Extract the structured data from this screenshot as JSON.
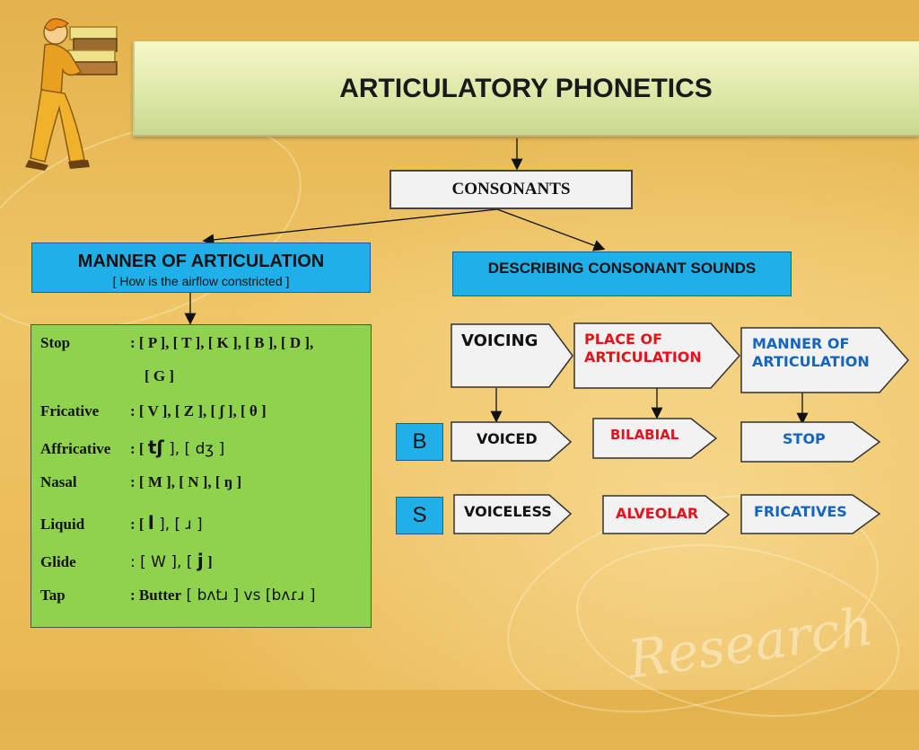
{
  "title": "ARTICULATORY PHONETICS",
  "consonants": "CONSONANTS",
  "manner": {
    "title": "MANNER OF ARTICULATION",
    "subtitle": "[ How is the airflow constricted  ]"
  },
  "describing": "DESCRIBING CONSONANT SOUNDS",
  "manner_list": [
    {
      "label": "Stop",
      "value": ": [ P ], [ T ], [ K ], [ B ], [ D ],",
      "value2": "[ G ]"
    },
    {
      "label": "Fricative",
      "value": ": [ V ], [ Z ], [ ʃ ], [ θ ]"
    },
    {
      "label": "Affricative",
      "value_pre": ": [ ",
      "value_sym": "tʃ",
      "value_post": " ], [ dʒ ]"
    },
    {
      "label": "Nasal",
      "value": ": [ M ], [ N ], [ ŋ ]"
    },
    {
      "label": "Liquid",
      "value_pre": ": [ ",
      "value_sym": "l",
      "value_post": " ], [ ɹ ]"
    },
    {
      "label": "Glide",
      "value_pre": ": [ W ], [ ",
      "value_sym": "j",
      "value_post": " ]"
    },
    {
      "label": "Tap",
      "value_pre": ": Butter",
      "value_post": " [ bʌtɹ ] vs [bʌɾɹ ]"
    }
  ],
  "headers": {
    "voicing": "VOICING",
    "place": "PLACE OF ARTICULATION",
    "manner": "MANNER OF ARTICULATION"
  },
  "row_b": {
    "letter": "B",
    "voicing": "VOICED",
    "place": "BILABIAL",
    "manner": "STOP"
  },
  "row_s": {
    "letter": "S",
    "voicing": "VOICELESS",
    "place": "ALVEOLAR",
    "manner": "FRICATIVES"
  },
  "watermark": "Research",
  "colors": {
    "red": "#e8101a",
    "blue": "#1565c0",
    "green": "#8fd24e",
    "cyan": "#1fb0ea"
  },
  "icons": {
    "mascot": "woman-carrying-books-icon"
  }
}
